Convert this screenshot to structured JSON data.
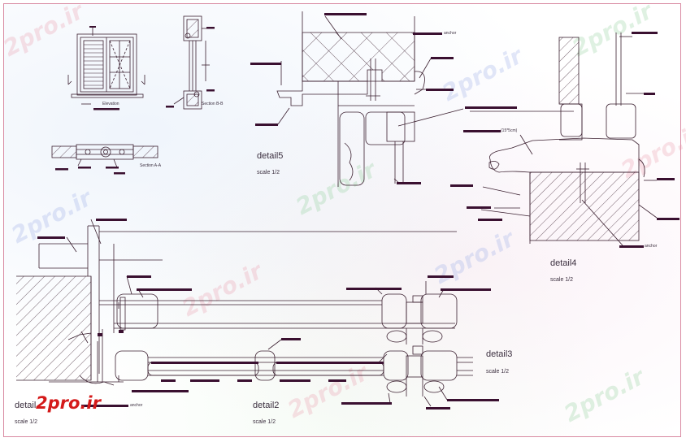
{
  "drawing": {
    "details": [
      {
        "label": "detail5",
        "scale": "scale 1/2"
      },
      {
        "label": "detail4",
        "scale": "scale 1/2"
      },
      {
        "label": "detail3",
        "scale": "scale 1/2"
      },
      {
        "label": "detail2",
        "scale": "scale 1/2"
      },
      {
        "label": "detail",
        "scale": "scale 1/2"
      }
    ],
    "small_views": {
      "elevation": "Elevation",
      "section_bb": "Section B-B",
      "section_aa": "Section A-A"
    },
    "annotations": {
      "angle": "(15*5cm)",
      "anchor_1": "anchor",
      "anchor_2": "anchor",
      "anchor_3": "anchor"
    },
    "brand": "2pro.ir",
    "watermark": "2pro.ir",
    "colors": {
      "line": "#3b2030",
      "leader": "#5a2a4a",
      "tag": "#3a1030",
      "frame": "#d98aa2",
      "brand": "#d41a1a"
    }
  }
}
